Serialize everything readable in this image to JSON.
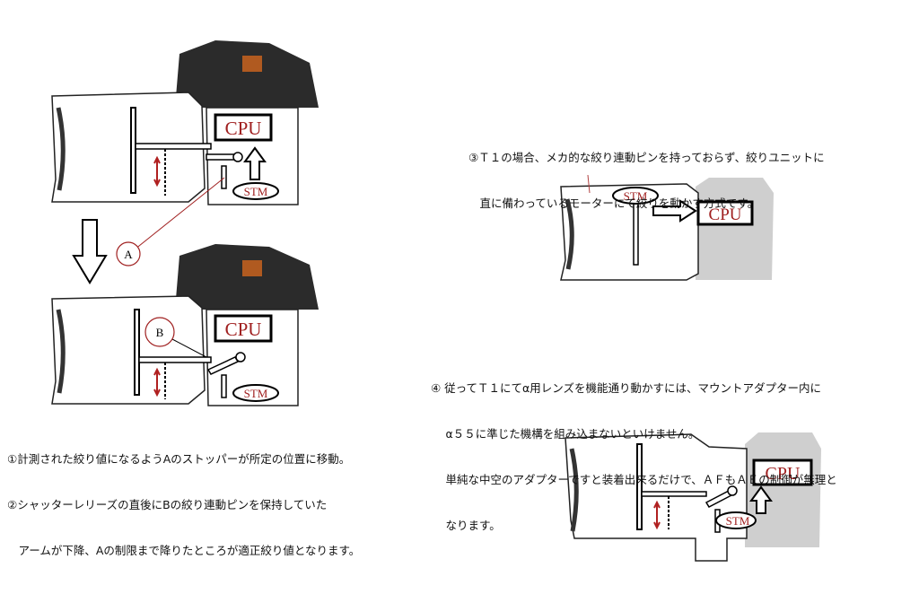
{
  "labels": {
    "cpu": "CPU",
    "stm": "STM",
    "stopper": "A",
    "pin": "B"
  },
  "notes": {
    "left": [
      "①計測された絞り値になるようAのストッパーが所定の位置に移動。",
      "②シャッターレリーズの直後にBの絞り連動ピンを保持していた",
      "　アームが下降、Aの制限まで降りたところが適正絞り値となります。"
    ],
    "t1": [
      "③Ｔ１の場合、メカ的な絞り連動ピンを持っておらず、絞りユニットに",
      "　直に備わっているモーターにて絞りを動かす方式です。"
    ],
    "adapter": [
      "④ 従ってＴ１にてα用レンズを機能通り動かすには、マウントアダプター内に",
      "　 α５５に準じた機構を組み込まないといけません。",
      "　 単純な中空のアダプターですと装着出来るだけで、ＡＦもＡＥの制御が無理と",
      "　 なります。"
    ]
  },
  "colors": {
    "label_red": "#a02020",
    "camera_dark": "#2a2a2a",
    "camera_grey": "#cfcfcf"
  }
}
